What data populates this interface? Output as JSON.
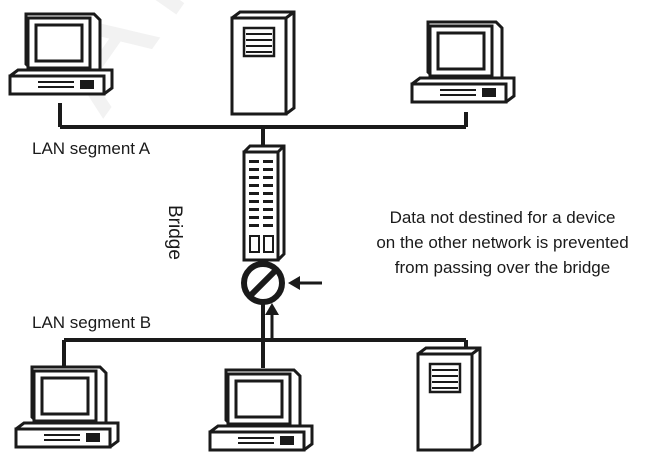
{
  "labels": {
    "segment_a": "LAN segment A",
    "segment_b": "LAN segment B",
    "bridge": "Bridge"
  },
  "note": {
    "line1": "Data not destined for a device",
    "line2": "on the other network is prevented",
    "line3": "from passing over the bridge"
  },
  "icons": {
    "workstation": "desktop-computer-icon",
    "server": "tower-server-icon",
    "bridge": "network-bridge-icon",
    "blocked": "prohibited-sign-icon"
  },
  "colors": {
    "line": "#1a1a1a",
    "fill": "#ffffff"
  }
}
